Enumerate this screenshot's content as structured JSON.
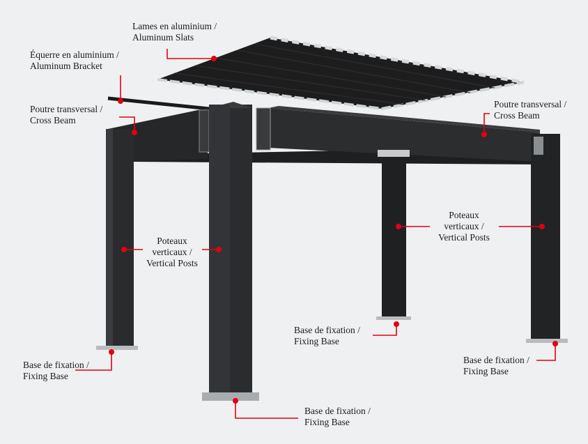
{
  "labels": {
    "slats": {
      "fr": "Lames en aluminium /",
      "en": "Aluminum Slats"
    },
    "bracket": {
      "fr": "Équerre en aluminium /",
      "en": "Aluminum Bracket"
    },
    "cross_beam_left": {
      "fr": "Poutre transversal /",
      "en": "Cross Beam"
    },
    "cross_beam_right": {
      "fr": "Poutre transversal /",
      "en": "Cross Beam"
    },
    "posts_left": {
      "fr1": "Poteaux",
      "fr2": "verticaux /",
      "en": "Vertical Posts"
    },
    "posts_right": {
      "fr1": "Poteaux",
      "fr2": "verticaux /",
      "en": "Vertical Posts"
    },
    "base_left": {
      "fr": "Base de fixation /",
      "en": "Fixing Base"
    },
    "base_middle": {
      "fr": "Base de fixation /",
      "en": "Fixing Base"
    },
    "base_front": {
      "fr": "Base de fixation /",
      "en": "Fixing Base"
    },
    "base_right": {
      "fr": "Base de fixation /",
      "en": "Fixing Base"
    }
  },
  "colors": {
    "accent": "#e3000f",
    "structure": "#2a2b2d",
    "background": "#eef0f1"
  }
}
